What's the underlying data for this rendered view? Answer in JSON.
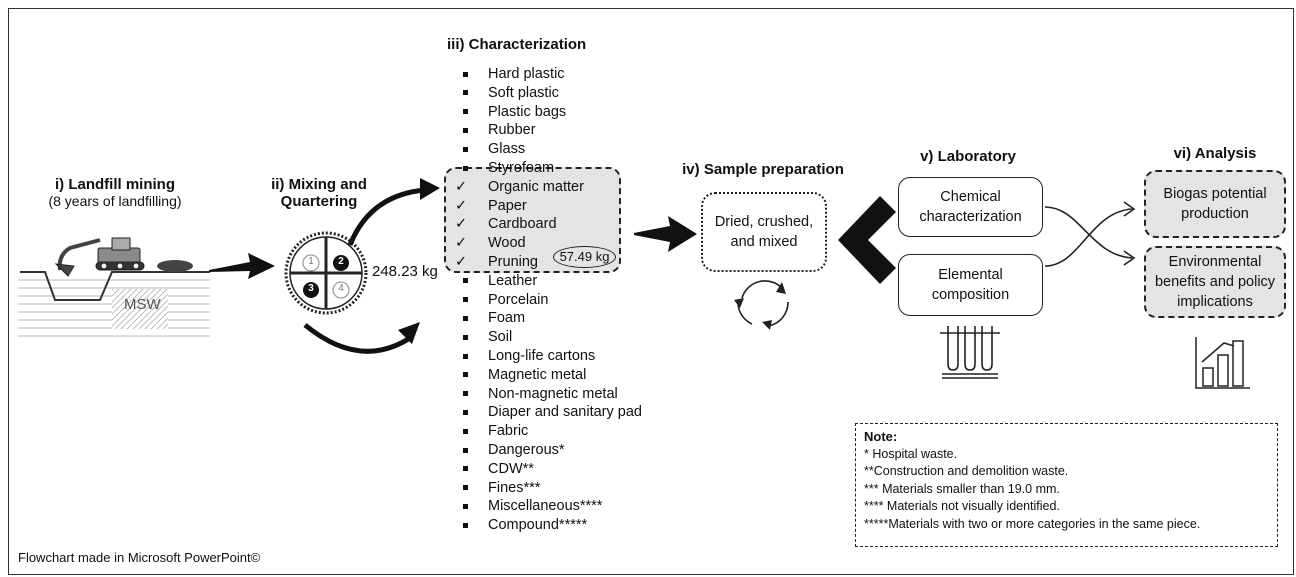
{
  "stages": {
    "landfill": {
      "title": "i) Landfill mining",
      "subtitle": "(8 years of landfilling)",
      "msw_label": "MSW"
    },
    "mixing": {
      "title_line1": "ii) Mixing and",
      "title_line2": "Quartering",
      "mass": "248.23 kg",
      "quadrants": [
        "1",
        "2",
        "3",
        "4"
      ]
    },
    "characterization": {
      "title": "iii) Characterization",
      "items_top": [
        "Hard plastic",
        "Soft plastic",
        "Plastic bags",
        "Rubber",
        "Glass",
        "Styrofoam"
      ],
      "items_organic": [
        "Organic matter",
        "Paper",
        "Cardboard",
        "Wood",
        "Pruning"
      ],
      "organic_mass": "57.49 kg",
      "items_bottom": [
        "Leather",
        "Porcelain",
        "Foam",
        "Soil",
        "Long-life cartons",
        "Magnetic metal",
        "Non-magnetic metal",
        "Diaper and sanitary pad",
        "Fabric",
        "Dangerous*",
        "CDW**",
        "Fines***",
        "Miscellaneous****",
        "Compound*****"
      ]
    },
    "sample_prep": {
      "title": "iv) Sample preparation",
      "box_text": "Dried, crushed, and mixed"
    },
    "laboratory": {
      "title": "v) Laboratory",
      "box1": "Chemical characterization",
      "box2": "Elemental composition"
    },
    "analysis": {
      "title": "vi) Analysis",
      "box1": "Biogas potential production",
      "box2": "Environmental benefits and policy implications"
    }
  },
  "note": {
    "title": "Note:",
    "lines": [
      "* Hospital waste.",
      "**Construction and demolition waste.",
      "*** Materials smaller than 19.0 mm.",
      "**** Materials not visually identified.",
      "*****Materials with two or more categories in the same piece."
    ]
  },
  "footer": "Flowchart made in Microsoft PowerPoint©",
  "icons": [
    "excavator-icon",
    "recycle-icon",
    "test-tubes-icon",
    "bar-chart-icon",
    "checkmark-icon",
    "bullet-icon"
  ]
}
